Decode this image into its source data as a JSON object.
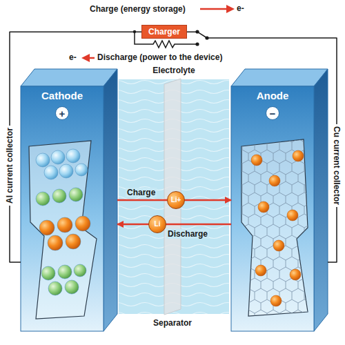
{
  "diagram": {
    "nodes": [
      {
        "text": [
          "Charger"
        ]
      },
      {
        "text": [
          "Cathode",
          "+"
        ]
      },
      {
        "text": [
          "Electrolyte"
        ]
      },
      {
        "text": [
          "Li+"
        ],
        "in": 2
      },
      {
        "text": [
          "Li"
        ],
        "in": 2
      },
      {
        "text": [
          "Anode",
          "−"
        ]
      }
    ],
    "edges": [
      {
        "from": 1,
        "to": 5,
        "label": "Charge",
        "arrow": "to"
      },
      {
        "from": 5,
        "to": 1,
        "label": "Discharge",
        "arrow": "to"
      },
      {
        "from": 1,
        "to": 0,
        "arrow": "none"
      },
      {
        "from": 0,
        "to": 5,
        "arrow": "none"
      }
    ],
    "labels": [
      "Charge (energy storage)",
      "e-",
      "e-",
      "Discharge (power to the device)",
      "Al current collector",
      "Cu current collector",
      "Separator"
    ]
  }
}
